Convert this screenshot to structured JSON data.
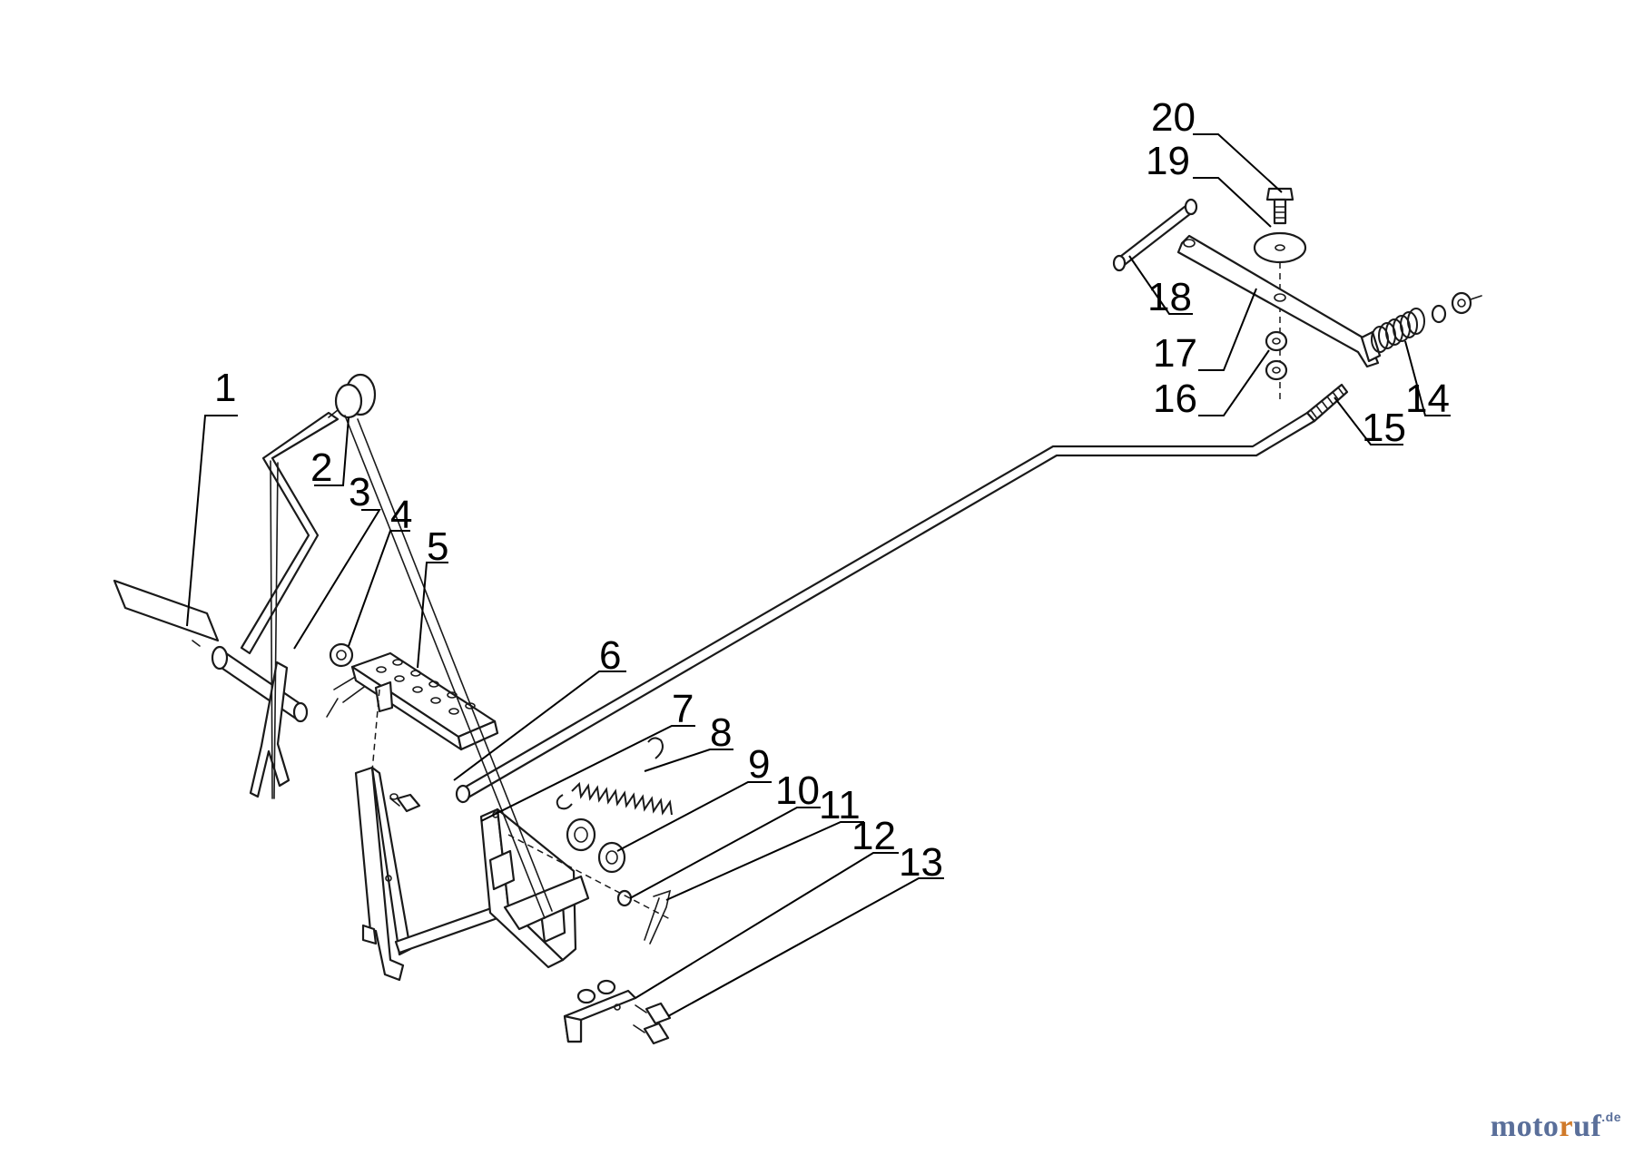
{
  "callouts": [
    {
      "number": "1"
    },
    {
      "number": "2"
    },
    {
      "number": "3"
    },
    {
      "number": "4"
    },
    {
      "number": "5"
    },
    {
      "number": "6"
    },
    {
      "number": "7"
    },
    {
      "number": "8"
    },
    {
      "number": "9"
    },
    {
      "number": "10"
    },
    {
      "number": "11"
    },
    {
      "number": "12"
    },
    {
      "number": "13"
    },
    {
      "number": "14"
    },
    {
      "number": "15"
    },
    {
      "number": "16"
    },
    {
      "number": "17"
    },
    {
      "number": "18"
    },
    {
      "number": "19"
    },
    {
      "number": "20"
    }
  ],
  "watermark": {
    "part_a": "moto",
    "part_b": "r",
    "part_c": "uf",
    "suffix": ".de"
  },
  "colors": {
    "line": "#1a1a1a",
    "background": "#ffffff",
    "watermark_blue": "#5a6f9a",
    "watermark_orange": "#d07a2a"
  }
}
